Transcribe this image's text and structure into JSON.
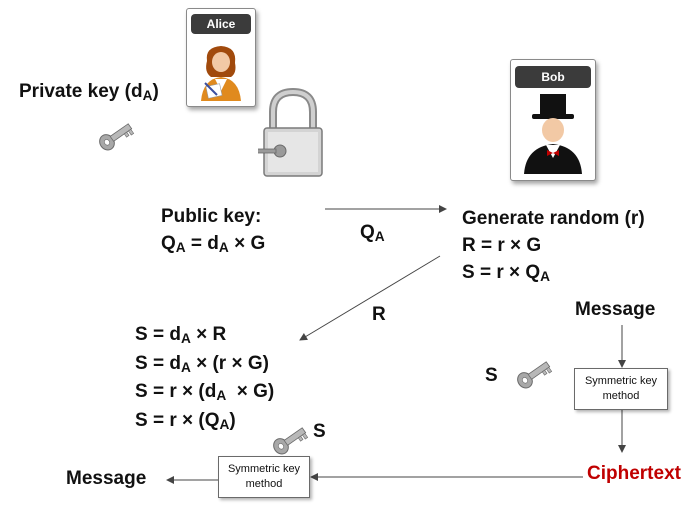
{
  "alice": {
    "name": "Alice"
  },
  "bob": {
    "name": "Bob"
  },
  "private_key": {
    "text": "Private key (d",
    "sub": "A",
    "close": ")"
  },
  "public_key": {
    "label": "Public key:",
    "q": "Q",
    "q_sub": "A",
    "eq": " = d",
    "d_sub": "A",
    "rest": " × G"
  },
  "qa_arrow_label": {
    "q": "Q",
    "sub": "A"
  },
  "bob_steps": {
    "line1": "Generate random (r)",
    "line2": "R = r × G",
    "line3_pre": "S = r × Q",
    "line3_sub": "A"
  },
  "r_arrow_label": "R",
  "alice_steps": {
    "l1_pre": "S = d",
    "l1_sub": "A",
    "l1_post": " × R",
    "l2_pre": "S = d",
    "l2_sub": "A",
    "l2_post": " × (r × G)",
    "l3_pre": "S = r × (d",
    "l3_sub": "A",
    "l3_post": "  × G)",
    "l4_pre": "S = r × (Q",
    "l4_sub": "A",
    "l4_post": ")"
  },
  "bob_message": "Message",
  "bob_s_label": "S",
  "alice_s_label": "S",
  "bob_sym_box": {
    "line1": "Symmetric key",
    "line2": "method"
  },
  "alice_sym_box": {
    "line1": "Symmetric key",
    "line2": "method"
  },
  "ciphertext": "Ciphertext",
  "alice_message": "Message",
  "colors": {
    "ciphertext": "#c00000",
    "text": "#111111",
    "arrow": "#444444"
  },
  "icons": [
    "user-woman-icon",
    "user-top-hat-icon",
    "padlock-icon",
    "key-icon"
  ]
}
